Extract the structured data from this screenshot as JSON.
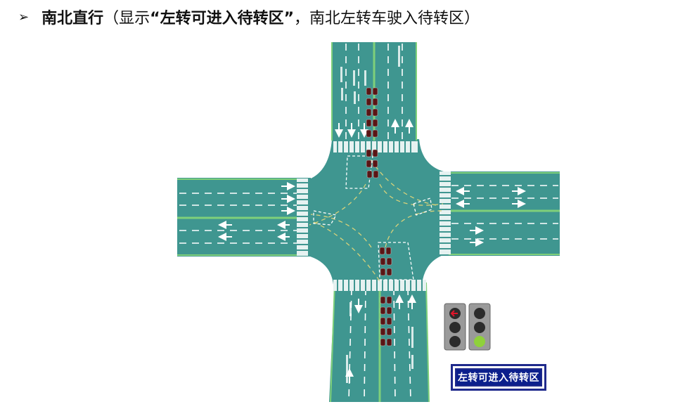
{
  "heading": {
    "bullet": "➢",
    "bold_prefix": "南北直行",
    "paren_open": "（显示",
    "quoted_bold": "“左转可进入待转区”",
    "rest": "，南北左转车驶入待转区）"
  },
  "sign": {
    "text": "左转可进入待转区"
  },
  "colors": {
    "road": "#3f9690",
    "lane_marking": "#ffffff",
    "road_edge": "#7fd07a",
    "vehicle": "#5a1515",
    "signal_housing": "#9a9a9a",
    "signal_off": "#2b2b2b",
    "signal_red_arrow": "#e0142a",
    "signal_green": "#8fd13a",
    "sign_bg": "#0b1f8c"
  },
  "icons": [
    "left-arrow-signal-icon",
    "round-signal-icon",
    "lane-arrow-icon",
    "vehicle-icon"
  ]
}
